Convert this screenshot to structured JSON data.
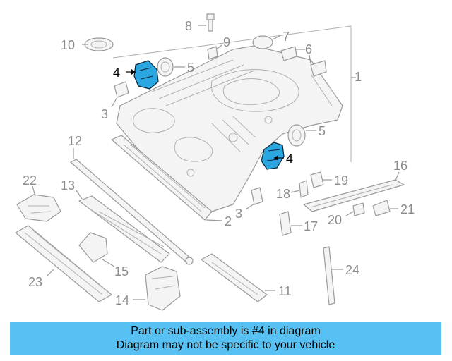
{
  "diagram": {
    "callouts": {
      "c1": "1",
      "c2": "2",
      "c3a": "3",
      "c3b": "3",
      "c4a": "4",
      "c4b": "4",
      "c5a": "5",
      "c5b": "5",
      "c6": "6",
      "c7": "7",
      "c8": "8",
      "c9": "9",
      "c10": "10",
      "c11": "11",
      "c12": "12",
      "c13": "13",
      "c14": "14",
      "c15": "15",
      "c16": "16",
      "c17": "17",
      "c18": "18",
      "c19": "19",
      "c20": "20",
      "c21": "21",
      "c22": "22",
      "c23": "23",
      "c24": "24"
    },
    "highlighted_part": "4",
    "highlight_color": "#2aa6e0",
    "banner_color": "#56c1f2"
  },
  "banner": {
    "line1": "Part or sub-assembly is #4 in diagram",
    "line2": "Diagram may not be specific to your vehicle"
  }
}
